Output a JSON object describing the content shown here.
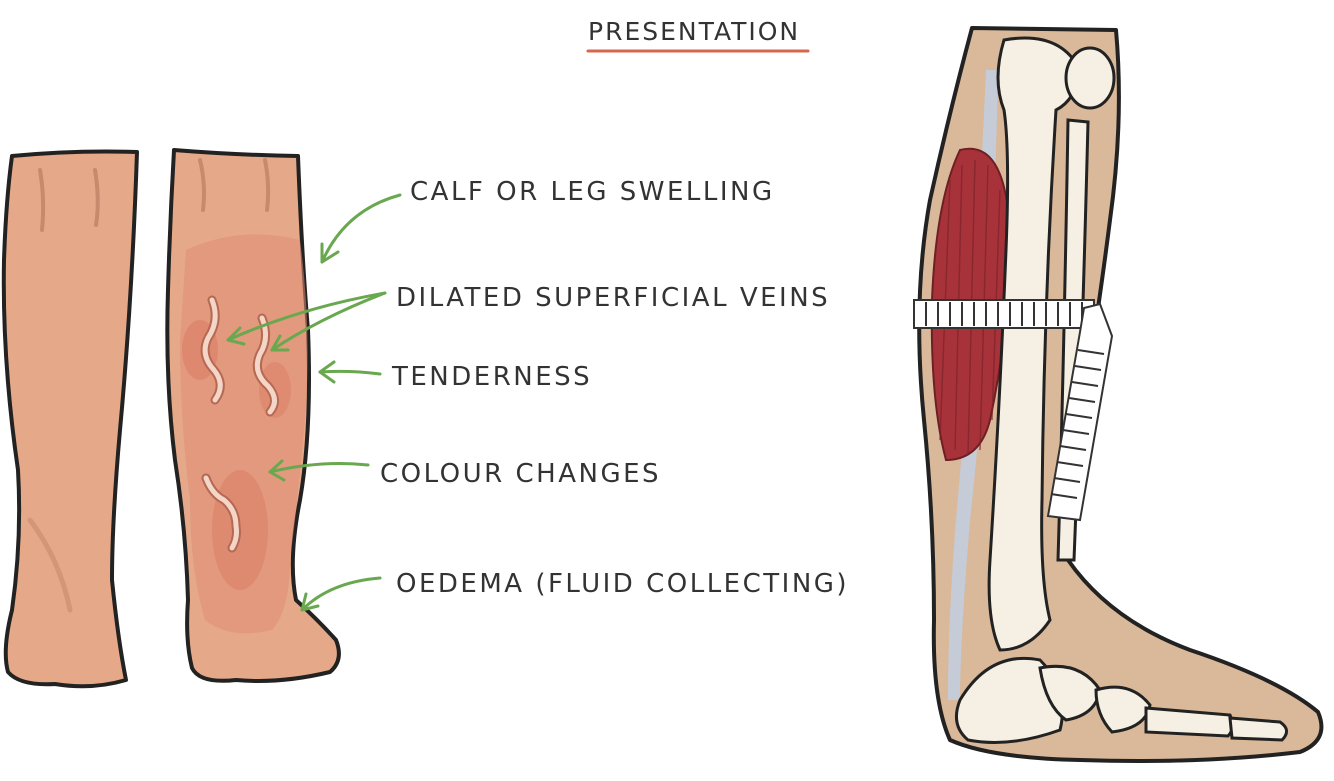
{
  "title": "PRESENTATION",
  "labels": {
    "calf_swelling": "CALF OR LEG SWELLING",
    "dilated_veins": "DILATED SUPERFICIAL VEINS",
    "tenderness": "TENDERNESS",
    "colour_changes": "COLOUR CHANGES",
    "oedema": "OEDEMA (FLUID COLLECTING)"
  },
  "colors": {
    "skin": "#e5a98a",
    "skin_shadow": "#c78a6c",
    "inflamed": "#d9735f",
    "arrow": "#6aa84f",
    "title_underline": "#d7664c",
    "leg_tissue": "#d9b99a",
    "bone": "#f6f0e4",
    "muscle": "#a8323a",
    "fascia": "#c5ccd8"
  }
}
